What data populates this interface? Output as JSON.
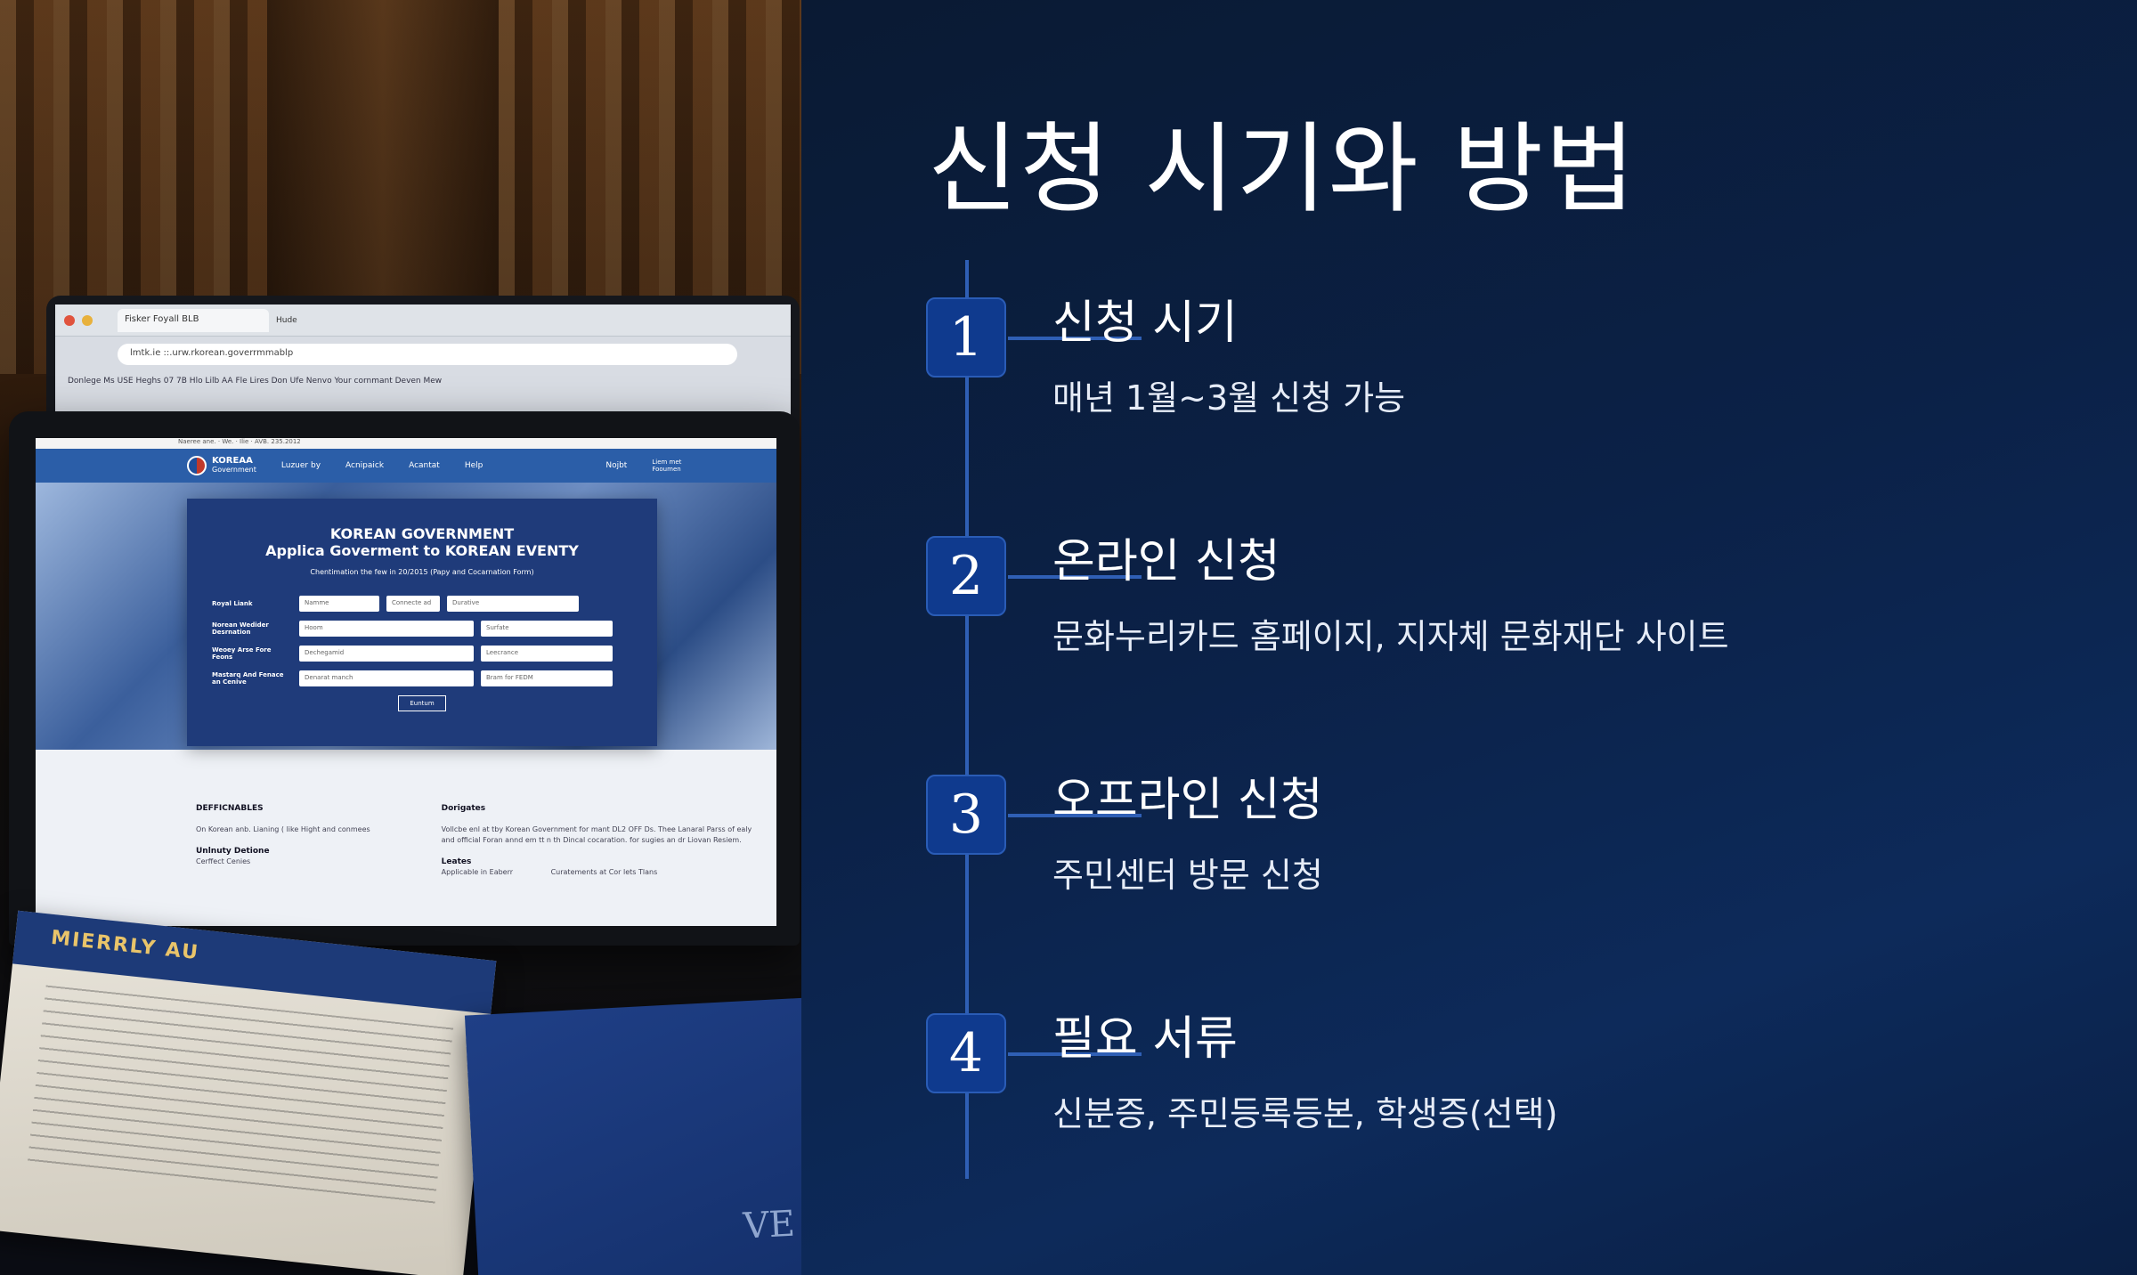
{
  "photo": {
    "browser_tab": "Fisker Foyall BLB",
    "browser_subtab": "Hude",
    "browser_url": "lmtk.ie ::.urw.rkorean.goverrmmablp",
    "bookmarks": "Donlege  Ms  USE  Heghs  07 7B  Hlo  Lilb  AA  Fle  Lires Don Ufe  Nenvo  Your cornmant  Deven Mew",
    "os_status": "Naeree ane. · We. · Ilie · AVB. 235.2012",
    "site_logo_line1": "KOREAA",
    "site_logo_line2": "Government",
    "site_nav": [
      "Luzuer by",
      "Acnipaick",
      "Acantat",
      "Help"
    ],
    "site_nav_right": [
      "Nojbt",
      "Liem met Fooumen"
    ],
    "form_title_1": "KOREAN GOVERNMENT",
    "form_title_2": "Applica Goverment to KOREAN EVENTY",
    "form_subtitle": "Chentimation the few in 20/2015 (Papy and Cocarnation Form)",
    "form_rows": [
      {
        "label": "Royal Liank",
        "a": "Namme",
        "b": "Connecte ad",
        "c": "Durative"
      },
      {
        "label": "Norean Wedider Desrnation",
        "a": "Hoom",
        "c": "Surfate"
      },
      {
        "label": "Weoey Arse Fore Feons",
        "a": "Dechegamid",
        "c": "Leecrance"
      },
      {
        "label": "Mastarq And Fenace an Cenive",
        "a": "Denarat manch",
        "c": "Bram for FEDM"
      }
    ],
    "form_button": "Euntum",
    "lower_left_head": "DEFFICNABLES",
    "lower_left_body": "On Korean anb. Lianing ( like Hight and conmees",
    "lower_left_head2": "Unlnuty Detione",
    "lower_left_body2": "Cerffect Cenies",
    "lower_mid_head": "Dorigates",
    "lower_mid_body": "Vollcbe enl at tby  Korean Government for mant DL2 OFF Ds. Thee Lanaral Parss of ealy and official Foran annd em tt n th Dincal cocaration. for sugies an dr Liovan Resiem.",
    "lower_mid_head2": "Leates",
    "lower_mid_body2": "Applicable in Eaberr",
    "lower_right_body2": "Curatements at Cor lets Tlans",
    "paper_banner": "MIERRLY AU",
    "folder_text": "VE"
  },
  "panel": {
    "title": "신청 시기와 방법",
    "steps": [
      {
        "number": "1",
        "title": "신청 시기",
        "desc": "매년 1월~3월 신청 가능"
      },
      {
        "number": "2",
        "title": "온라인 신청",
        "desc": "문화누리카드 홈페이지, 지자체 문화재단 사이트"
      },
      {
        "number": "3",
        "title": "오프라인 신청",
        "desc": "주민센터 방문 신청"
      },
      {
        "number": "4",
        "title": "필요 서류",
        "desc": "신분증, 주민등록등본, 학생증(선택)"
      }
    ]
  },
  "colors": {
    "panel_bg": "#0b2147",
    "accent": "#2f5fb5",
    "badge_bg": "#0f3a8e",
    "text": "#ffffff"
  }
}
